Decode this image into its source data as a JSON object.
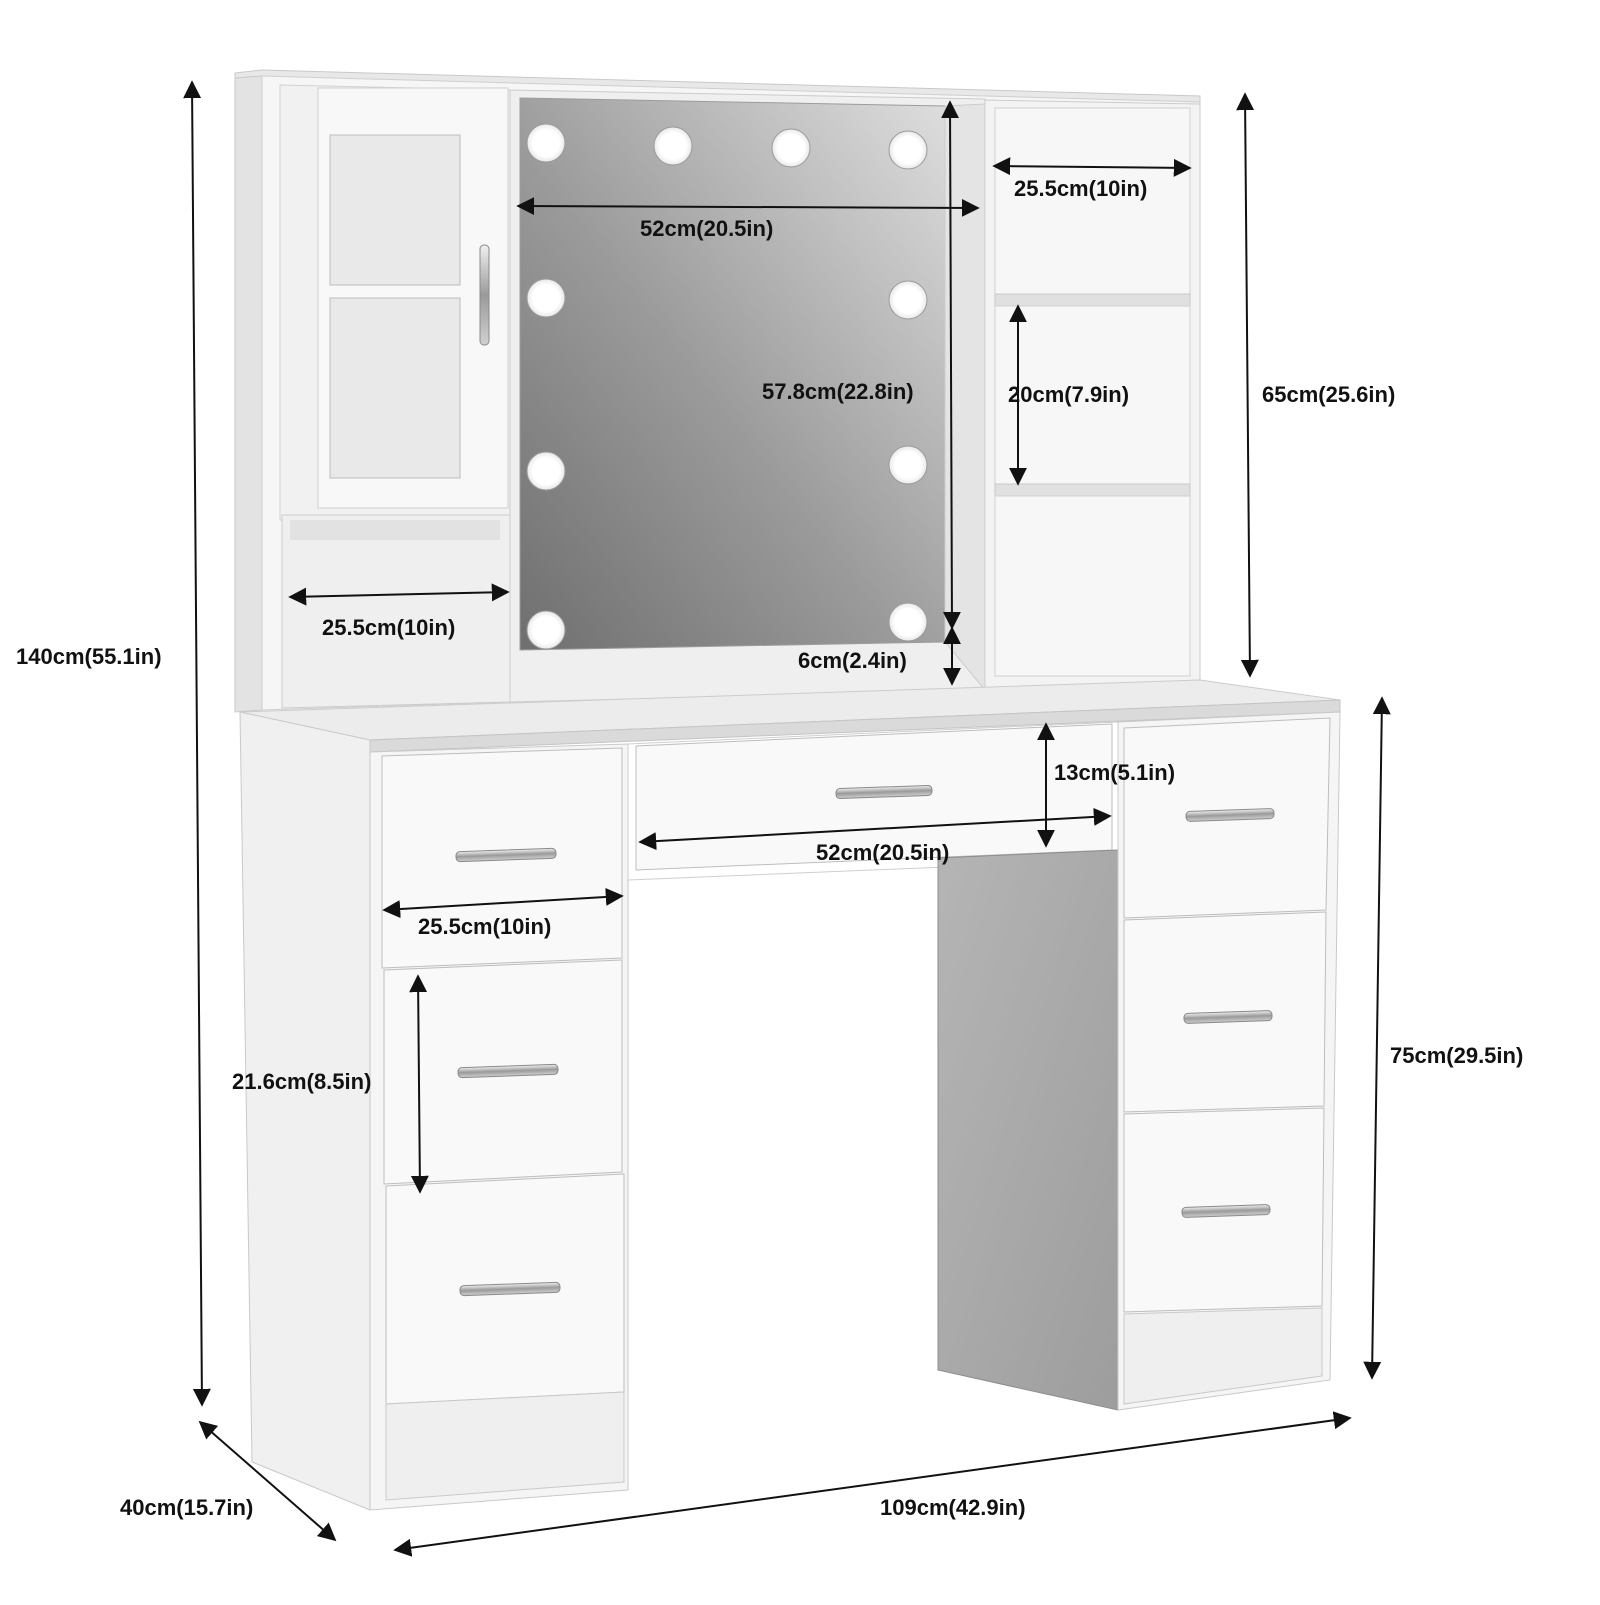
{
  "dimensions": {
    "total_height": "140cm(55.1in)",
    "depth": "40cm(15.7in)",
    "total_width": "109cm(42.9in)",
    "desk_height": "75cm(29.5in)",
    "hutch_height": "65cm(25.6in)",
    "mirror_width": "52cm(20.5in)",
    "mirror_height": "57.8cm(22.8in)",
    "mirror_base": "6cm(2.4in)",
    "shelf_right_width": "25.5cm(10in)",
    "shelf_right_height": "20cm(7.9in)",
    "shelf_left_width": "25.5cm(10in)",
    "center_drawer_height": "13cm(5.1in)",
    "center_drawer_width": "52cm(20.5in)",
    "left_drawer_width": "25.5cm(10in)",
    "left_drawer_height": "21.6cm(8.5in)"
  },
  "colors": {
    "body": "#f4f4f4",
    "shade": "#dcdcdc",
    "mirror_dark": "#7a7a7a",
    "mirror_light": "#d6d6d6",
    "bulb": "#ffffff",
    "arrow": "#111111"
  },
  "icons": {
    "handle": "drawer-handle-icon",
    "bulb": "light-bulb-icon"
  }
}
